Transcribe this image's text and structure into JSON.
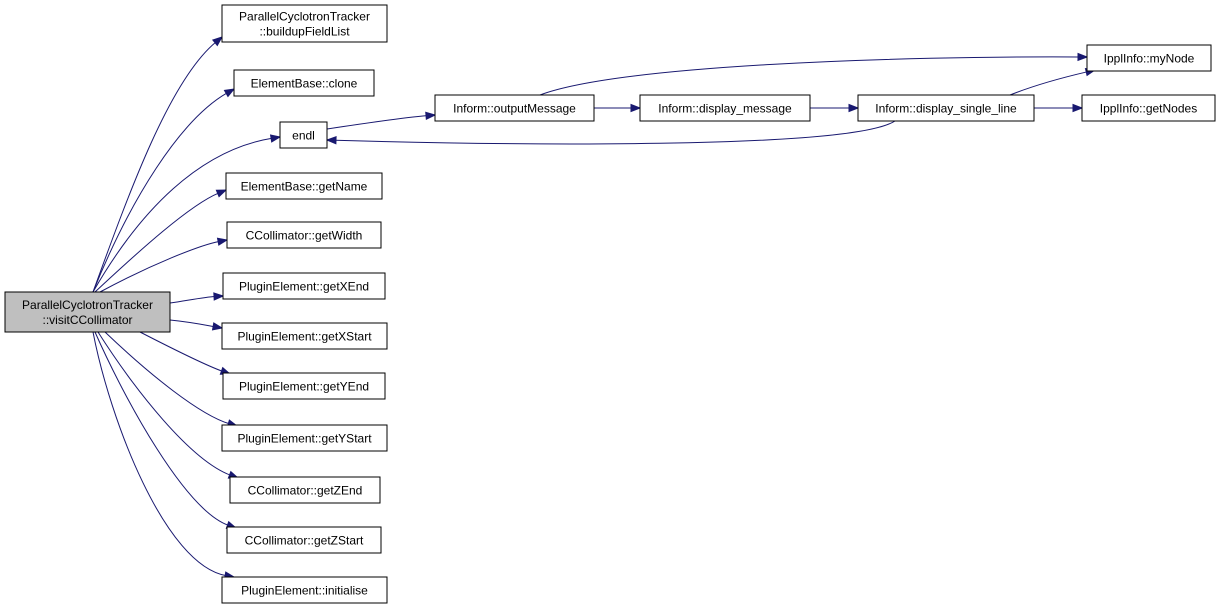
{
  "colors": {
    "edge": "#191970",
    "root_fill": "#bfbfbf",
    "node_fill": "#ffffff",
    "border": "#000000"
  },
  "nodes": [
    {
      "id": "root",
      "lines": [
        "ParallelCyclotronTracker",
        "::visitCCollimator"
      ]
    },
    {
      "id": "buildup",
      "lines": [
        "ParallelCyclotronTracker",
        "::buildupFieldList"
      ]
    },
    {
      "id": "clone",
      "lines": [
        "ElementBase::clone"
      ]
    },
    {
      "id": "endl",
      "lines": [
        "endl"
      ]
    },
    {
      "id": "getName",
      "lines": [
        "ElementBase::getName"
      ]
    },
    {
      "id": "getWidth",
      "lines": [
        "CCollimator::getWidth"
      ]
    },
    {
      "id": "getXEnd",
      "lines": [
        "PluginElement::getXEnd"
      ]
    },
    {
      "id": "getXStart",
      "lines": [
        "PluginElement::getXStart"
      ]
    },
    {
      "id": "getYEnd",
      "lines": [
        "PluginElement::getYEnd"
      ]
    },
    {
      "id": "getYStart",
      "lines": [
        "PluginElement::getYStart"
      ]
    },
    {
      "id": "getZEnd",
      "lines": [
        "CCollimator::getZEnd"
      ]
    },
    {
      "id": "getZStart",
      "lines": [
        "CCollimator::getZStart"
      ]
    },
    {
      "id": "initialise",
      "lines": [
        "PluginElement::initialise"
      ]
    },
    {
      "id": "outputMessage",
      "lines": [
        "Inform::outputMessage"
      ]
    },
    {
      "id": "displayMessage",
      "lines": [
        "Inform::display_message"
      ]
    },
    {
      "id": "displaySingleLine",
      "lines": [
        "Inform::display_single_line"
      ]
    },
    {
      "id": "myNode",
      "lines": [
        "IpplInfo::myNode"
      ]
    },
    {
      "id": "getNodes",
      "lines": [
        "IpplInfo::getNodes"
      ]
    }
  ],
  "edges": [
    {
      "from": "root",
      "to": "buildup"
    },
    {
      "from": "root",
      "to": "clone"
    },
    {
      "from": "root",
      "to": "endl"
    },
    {
      "from": "root",
      "to": "getName"
    },
    {
      "from": "root",
      "to": "getWidth"
    },
    {
      "from": "root",
      "to": "getXEnd"
    },
    {
      "from": "root",
      "to": "getXStart"
    },
    {
      "from": "root",
      "to": "getYEnd"
    },
    {
      "from": "root",
      "to": "getYStart"
    },
    {
      "from": "root",
      "to": "getZEnd"
    },
    {
      "from": "root",
      "to": "getZStart"
    },
    {
      "from": "root",
      "to": "initialise"
    },
    {
      "from": "endl",
      "to": "outputMessage"
    },
    {
      "from": "outputMessage",
      "to": "displayMessage"
    },
    {
      "from": "outputMessage",
      "to": "myNode"
    },
    {
      "from": "displayMessage",
      "to": "displaySingleLine"
    },
    {
      "from": "displaySingleLine",
      "to": "endl"
    },
    {
      "from": "displaySingleLine",
      "to": "myNode"
    },
    {
      "from": "displaySingleLine",
      "to": "getNodes"
    }
  ]
}
